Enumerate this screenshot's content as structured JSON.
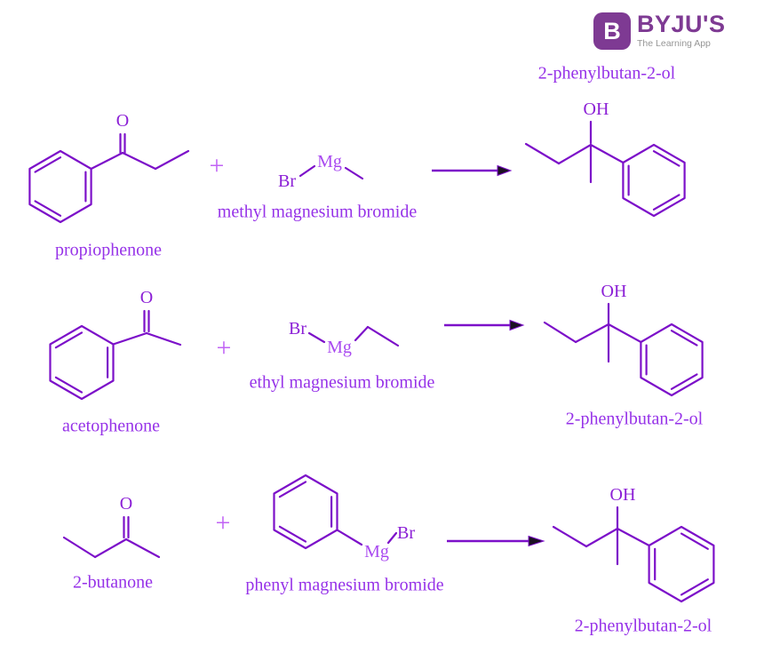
{
  "brand": {
    "logo_letter": "B",
    "name": "BYJU'S",
    "tagline": "The Learning App"
  },
  "atoms": {
    "oxygen": "O",
    "hydroxyl": "OH",
    "magnesium": "Mg",
    "bromine": "Br"
  },
  "symbols": {
    "plus": "+"
  },
  "reactions": [
    {
      "reactant": "propiophenone",
      "reagent": "methyl magnesium bromide",
      "product": "2-phenylbutan-2-ol"
    },
    {
      "reactant": "acetophenone",
      "reagent": "ethyl magnesium bromide",
      "product": "2-phenylbutan-2-ol"
    },
    {
      "reactant": "2-butanone",
      "reagent": "phenyl magnesium bromide",
      "product": "2-phenylbutan-2-ol"
    }
  ],
  "colors": {
    "bond": "#7c10c9",
    "atom_label": "#8b1fd6",
    "magnesium_label": "#a94af0",
    "name_label": "#9632e8",
    "plus": "#c163f5",
    "arrow_head": "#1b1022",
    "logo_purple": "#7e3a93",
    "tagline_gray": "#969696"
  }
}
